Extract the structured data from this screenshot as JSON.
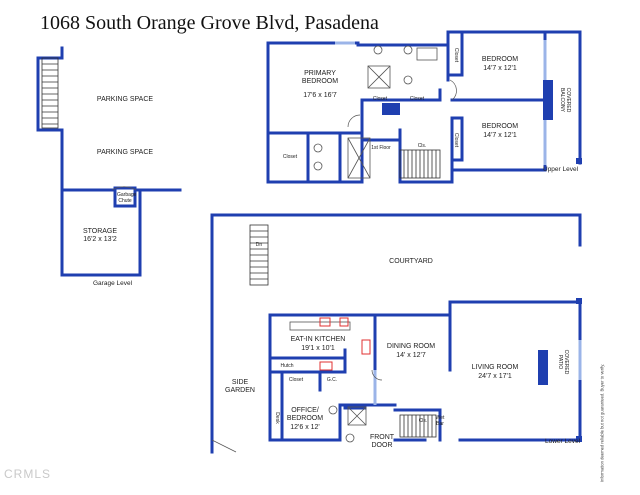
{
  "title": "1068 South Orange Grove Blvd, Pasadena",
  "garage_level": {
    "level_label": "Garage Level",
    "parking_1": "PARKING SPACE",
    "parking_2": "PARKING SPACE",
    "storage_name": "STORAGE",
    "storage_dim": "16'2 x 13'2",
    "garbage_chute": "Garbage Chute"
  },
  "upper_level": {
    "level_label": "Upper Level",
    "primary_bedroom_name": "PRIMARY BEDROOM",
    "primary_bedroom_dim": "17'6 x 16'7",
    "bedroom_1_name": "BEDROOM",
    "bedroom_1_dim": "14'7 x 12'1",
    "bedroom_2_name": "BEDROOM",
    "bedroom_2_dim": "14'7 x 12'1",
    "closet_1": "Closet",
    "closet_2": "Closet",
    "closet_3": "Closet",
    "closet_4": "Closet",
    "closet_5": "Closet",
    "first_floor": "1st Floor",
    "cls": "Cls.",
    "covered_balcony": "COVERED BALCONY"
  },
  "lower_level": {
    "level_label": "Lower Level",
    "courtyard": "COURTYARD",
    "kitchen_name": "EAT-IN KITCHEN",
    "kitchen_dim": "19'1 x 10'1",
    "dining_name": "DINING ROOM",
    "dining_dim": "14' x 12'7",
    "living_name": "LIVING ROOM",
    "living_dim": "24'7 x 17'1",
    "office_name": "OFFICE/ BEDROOM",
    "office_dim": "12'6 x 12'",
    "front_door": "FRONT DOOR",
    "side_garden": "SIDE GARDEN",
    "hutch": "Hutch",
    "closet": "Closet",
    "gc": "G.C.",
    "desk": "Desk",
    "cls": "Cls.",
    "wet_bar": "Wet Bar",
    "covered_patio": "COVERED PATIO",
    "stair_label": "Dn"
  },
  "disclaimer": "Information deemed reliable but not guaranteed. Buyer to verify.",
  "watermark": "CRMLS",
  "colors": {
    "wall": "#1f3fb0",
    "fixture": "#555555",
    "accent_red": "#e03030"
  }
}
